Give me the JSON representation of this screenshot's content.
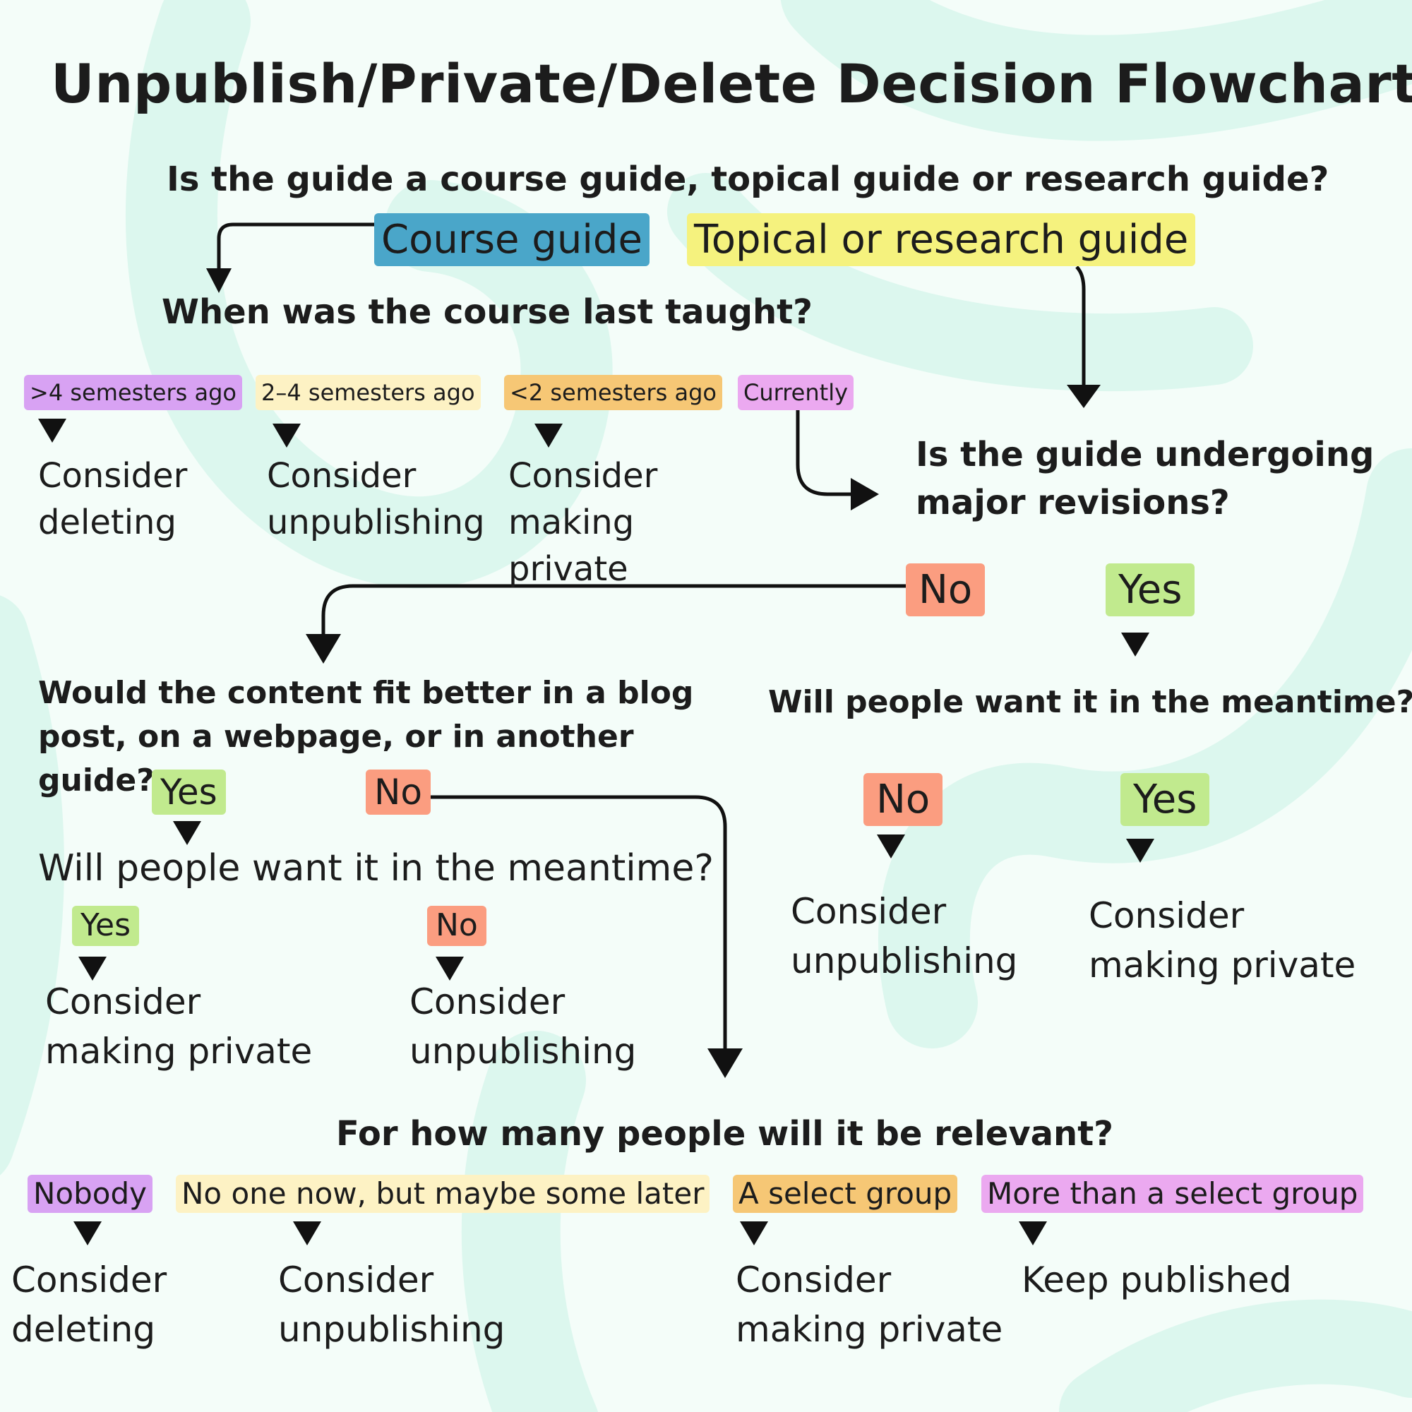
{
  "title": "Unpublish/Private/Delete Decision Flowchart",
  "colors": {
    "blue": "#4aa6c9",
    "yellow": "#f5f27e",
    "purple": "#d8a2f3",
    "cream": "#fdf2c4",
    "orange": "#f6c775",
    "pink": "#eba9f0",
    "salmon": "#fb9d80",
    "green": "#c1ea8e",
    "background": "#f4fdf9",
    "background_swirl": "#dcf7ee"
  },
  "q1": {
    "text": "Is the guide a course guide, topical guide or research guide?",
    "course": "Course guide",
    "topical": "Topical or research guide"
  },
  "q2": {
    "text": "When was the course last taught?",
    "options": [
      ">4 semesters ago",
      "2–4 semesters ago",
      "<2 semesters ago",
      "Currently"
    ],
    "outcomes": [
      "Consider deleting",
      "Consider unpublishing",
      "Consider making private"
    ]
  },
  "q3": {
    "text": "Is the guide undergoing major revisions?",
    "no": "No",
    "yes": "Yes"
  },
  "q4": {
    "text": "Will people want it in the meantime?",
    "no": "No",
    "yes": "Yes",
    "outcome_no": "Consider unpublishing",
    "outcome_yes": "Consider making private"
  },
  "q5": {
    "text": "Would the content fit better in a blog post, on a webpage, or in another guide?",
    "yes": "Yes",
    "no": "No"
  },
  "q6": {
    "text": "Will people want it in the meantime?",
    "yes": "Yes",
    "no": "No",
    "outcome_yes": "Consider making private",
    "outcome_no": "Consider unpublishing"
  },
  "q7": {
    "text": "For how many people will it be relevant?",
    "options": [
      "Nobody",
      "No one now, but maybe some later",
      "A select group",
      "More than a select group"
    ],
    "outcomes": [
      "Consider deleting",
      "Consider unpublishing",
      "Consider making private",
      "Keep published"
    ]
  }
}
